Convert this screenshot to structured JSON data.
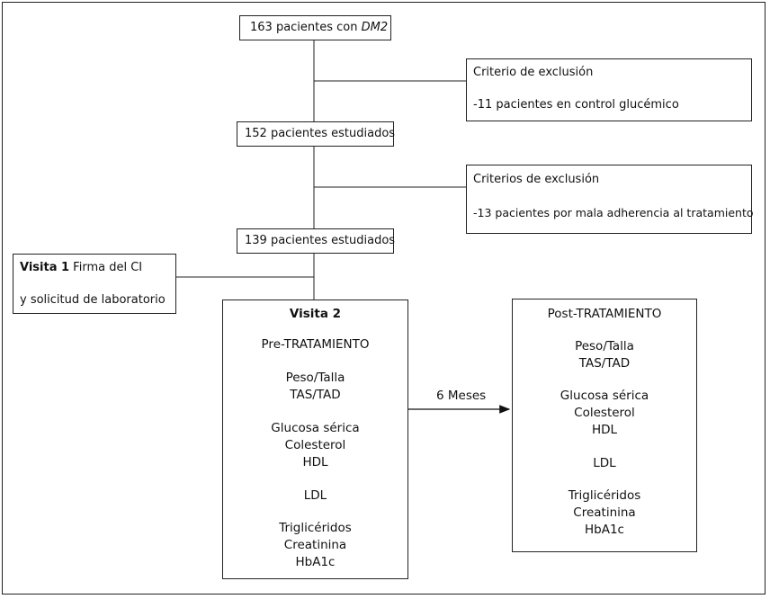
{
  "flow": {
    "box1": {
      "count": "163 pacientes con",
      "count_em": "DM2"
    },
    "box2": "152 pacientes estudiados",
    "box3": "139 pacientes estudiados",
    "excl1": {
      "title": "Criterio de exclusión",
      "detail": "-11 pacientes en control glucémico"
    },
    "excl2": {
      "title": "Criterios de exclusión",
      "detail": "-13 pacientes por mala adherencia al tratamiento"
    },
    "visit1": {
      "label": "Visita 1",
      "line1_rest": " Firma del CI",
      "line2": "y solicitud de laboratorio"
    },
    "arrow_label": "6 Meses"
  },
  "pre": {
    "title": "Visita 2",
    "heading": "Pre-TRATAMIENTO",
    "items": [
      "Peso/Talla",
      "TAS/TAD",
      "Glucosa sérica",
      "Colesterol",
      "HDL",
      "LDL",
      "Triglicéridos",
      "Creatinina",
      "HbA1c"
    ]
  },
  "post": {
    "heading": "Post-TRATAMIENTO",
    "items": [
      "Peso/Talla",
      "TAS/TAD",
      "Glucosa sérica",
      "Colesterol",
      "HDL",
      "LDL",
      "Triglicéridos",
      "Creatinina",
      "HbA1c"
    ]
  }
}
